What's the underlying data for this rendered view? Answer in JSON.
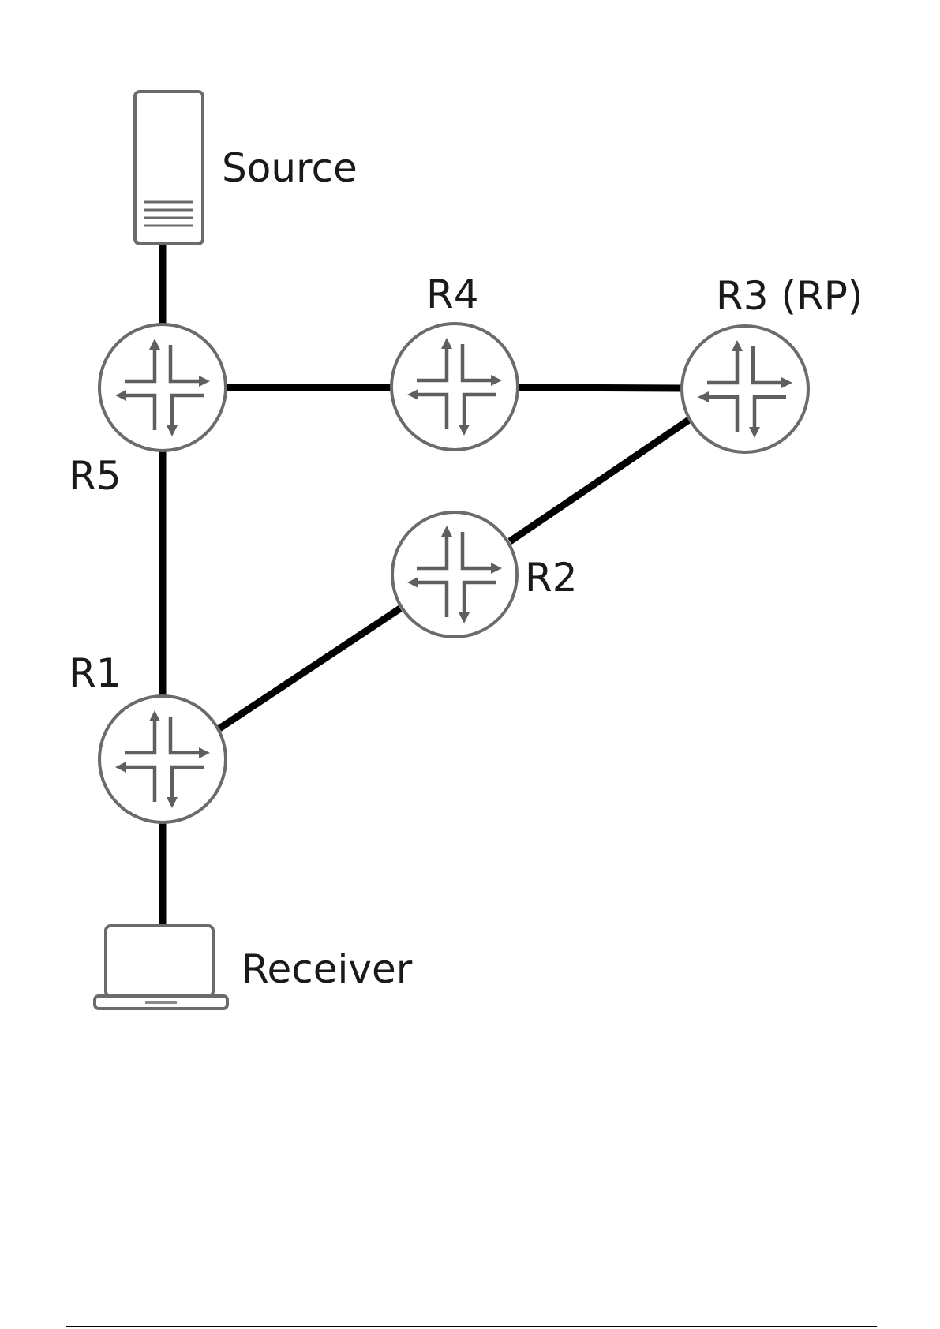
{
  "diagram": {
    "type": "network-topology",
    "nodes": [
      {
        "id": "source",
        "label": "Source",
        "kind": "server"
      },
      {
        "id": "R5",
        "label": "R5",
        "kind": "router"
      },
      {
        "id": "R4",
        "label": "R4",
        "kind": "router"
      },
      {
        "id": "R3",
        "label": "R3 (RP)",
        "kind": "router",
        "role": "RP"
      },
      {
        "id": "R2",
        "label": "R2",
        "kind": "router"
      },
      {
        "id": "R1",
        "label": "R1",
        "kind": "router"
      },
      {
        "id": "receiver",
        "label": "Receiver",
        "kind": "laptop"
      }
    ],
    "links": [
      {
        "from": "source",
        "to": "R5"
      },
      {
        "from": "R5",
        "to": "R4"
      },
      {
        "from": "R4",
        "to": "R3"
      },
      {
        "from": "R3",
        "to": "R2"
      },
      {
        "from": "R2",
        "to": "R1"
      },
      {
        "from": "R5",
        "to": "R1"
      },
      {
        "from": "R1",
        "to": "receiver"
      }
    ]
  },
  "labels": {
    "source": "Source",
    "receiver": "Receiver",
    "r1": "R1",
    "r2": "R2",
    "r3": "R3 (RP)",
    "r4": "R4",
    "r5": "R5"
  }
}
